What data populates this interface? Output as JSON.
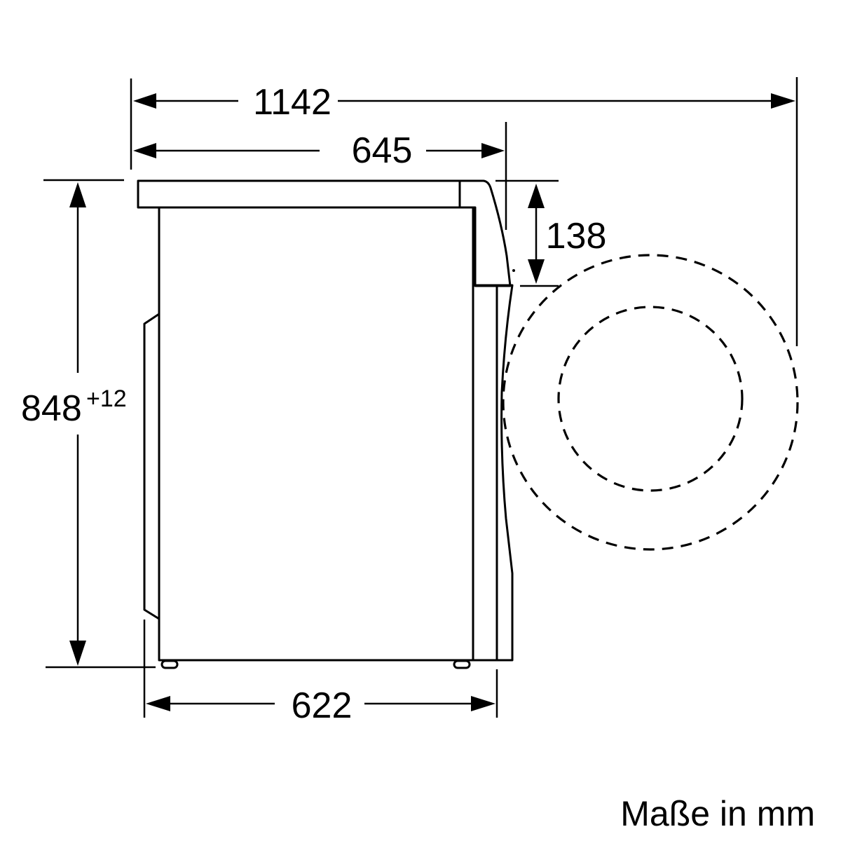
{
  "diagram": {
    "subject": "Washing machine side view with door opening",
    "unit_note": "Maße in mm",
    "dimensions": {
      "total_depth_door_open": {
        "label": "1142",
        "value": 1142,
        "unit": "mm"
      },
      "depth_with_door": {
        "label": "645",
        "value": 645,
        "unit": "mm"
      },
      "depth_body": {
        "label": "622",
        "value": 622,
        "unit": "mm"
      },
      "height": {
        "label": "848",
        "value": 848,
        "tolerance": "+12",
        "unit": "mm"
      },
      "top_to_door": {
        "label": "138",
        "value": 138,
        "unit": "mm"
      }
    },
    "elements": {
      "door_outer_circle": {
        "style": "dashed"
      },
      "door_inner_circle": {
        "style": "dashed"
      }
    }
  }
}
